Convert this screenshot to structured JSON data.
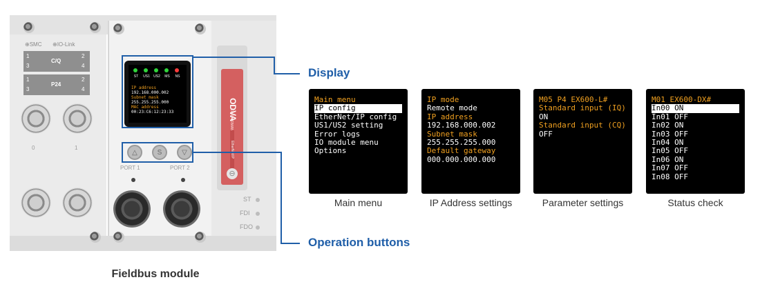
{
  "callouts": {
    "display": "Display",
    "operation_buttons": "Operation buttons"
  },
  "module": {
    "caption": "Fieldbus module",
    "logos": {
      "smc": "SMC",
      "io_link": "IO-Link"
    },
    "io_labels": [
      {
        "left": "1",
        "left2": "3",
        "center": "C/Q",
        "right": "2",
        "right2": "4"
      },
      {
        "left": "1",
        "left2": "3",
        "center": "P24",
        "right": "2",
        "right2": "4"
      }
    ],
    "led_labels": [
      "ST",
      "US1",
      "US2",
      "MS",
      "NS"
    ],
    "led_colors": [
      "#2fd43a",
      "#2fd43a",
      "#2fd43a",
      "#2fd43a",
      "#ff3b3b"
    ],
    "mini_screen_lines": [
      "IP address",
      "192.168.000.002",
      "Subnet mask",
      "255.255.255.000",
      "MAC address",
      "00:23:C6:12:23:33"
    ],
    "buttons": [
      "△",
      "S",
      "▽"
    ],
    "port_labels": [
      "PORT 1",
      "PORT 2"
    ],
    "status_labels": [
      "ST",
      "FDI",
      "FDO"
    ],
    "side_label": "0",
    "side_label2": "1",
    "brand_text": "ODVA",
    "brand_sub": "CONFORMANT",
    "brand_badge": "EtherNet/IP"
  },
  "screens": [
    {
      "caption": "Main menu",
      "lines": [
        {
          "text": "Main menu",
          "color": "orange",
          "highlight": false
        },
        {
          "text": "IP config",
          "color": "white",
          "highlight": true
        },
        {
          "text": "EtherNet/IP config",
          "color": "white",
          "highlight": false
        },
        {
          "text": "US1/US2 setting",
          "color": "white",
          "highlight": false
        },
        {
          "text": "Error logs",
          "color": "white",
          "highlight": false
        },
        {
          "text": "IO module menu",
          "color": "white",
          "highlight": false
        },
        {
          "text": "Options",
          "color": "white",
          "highlight": false
        }
      ]
    },
    {
      "caption": "IP Address settings",
      "lines": [
        {
          "text": "IP mode",
          "color": "orange",
          "highlight": false
        },
        {
          "text": "Remote mode",
          "color": "white",
          "highlight": false
        },
        {
          "text": "IP address",
          "color": "orange",
          "highlight": false
        },
        {
          "text": "192.168.000.002",
          "color": "white",
          "highlight": false
        },
        {
          "text": "Subnet mask",
          "color": "orange",
          "highlight": false
        },
        {
          "text": "255.255.255.000",
          "color": "white",
          "highlight": false
        },
        {
          "text": "Default gateway",
          "color": "orange",
          "highlight": false
        },
        {
          "text": "000.000.000.000",
          "color": "white",
          "highlight": false
        }
      ]
    },
    {
      "caption": "Parameter settings",
      "lines": [
        {
          "text": "M05 P4 EX600-L#",
          "color": "orange",
          "highlight": false
        },
        {
          "text": "Standard input (IQ)",
          "color": "orange",
          "highlight": false
        },
        {
          "text": "ON",
          "color": "white",
          "highlight": false
        },
        {
          "text": "Standard input (CQ)",
          "color": "orange",
          "highlight": false
        },
        {
          "text": "OFF",
          "color": "white",
          "highlight": false
        }
      ]
    },
    {
      "caption": "Status check",
      "lines": [
        {
          "text": "M01 EX600-DX#",
          "color": "orange",
          "highlight": false
        },
        {
          "text": "In00 ON",
          "color": "white",
          "highlight": true
        },
        {
          "text": "In01 OFF",
          "color": "white",
          "highlight": false
        },
        {
          "text": "In02 ON",
          "color": "white",
          "highlight": false
        },
        {
          "text": "In03 OFF",
          "color": "white",
          "highlight": false
        },
        {
          "text": "In04 ON",
          "color": "white",
          "highlight": false
        },
        {
          "text": "In05 OFF",
          "color": "white",
          "highlight": false
        },
        {
          "text": "In06 ON",
          "color": "white",
          "highlight": false
        },
        {
          "text": "In07 OFF",
          "color": "white",
          "highlight": false
        },
        {
          "text": "In08 OFF",
          "color": "white",
          "highlight": false
        }
      ]
    }
  ],
  "colors": {
    "accent_blue": "#1f5ea8",
    "menu_orange": "#f0a020",
    "screen_bg": "#000000"
  }
}
